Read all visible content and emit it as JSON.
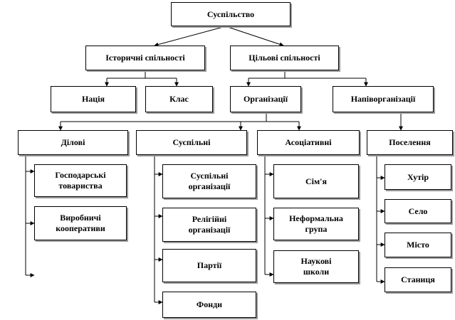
{
  "root": "Суспільство",
  "level1": {
    "historical": "Історичні спільності",
    "target": "Цільові спільності"
  },
  "level2": {
    "nation": "Нація",
    "class": "Клас",
    "organizations": "Організації",
    "quasi": "Напіворганізації"
  },
  "categories": {
    "business": "Ділові",
    "public": "Суспільні",
    "associative": "Асоціативні",
    "settlements": "Поселення"
  },
  "business_items": [
    "Господарські\nтовариства",
    "Виробничі\nкооперативи"
  ],
  "public_items": [
    "Суспільні\nорганізації",
    "Релігійні\nорганізації",
    "Партії",
    "Фонди"
  ],
  "associative_items": [
    "Сім'я",
    "Неформальна\nгрупа",
    "Наукові\nшколи"
  ],
  "settlement_items": [
    "Хутір",
    "Село",
    "Місто",
    "Станиця"
  ]
}
